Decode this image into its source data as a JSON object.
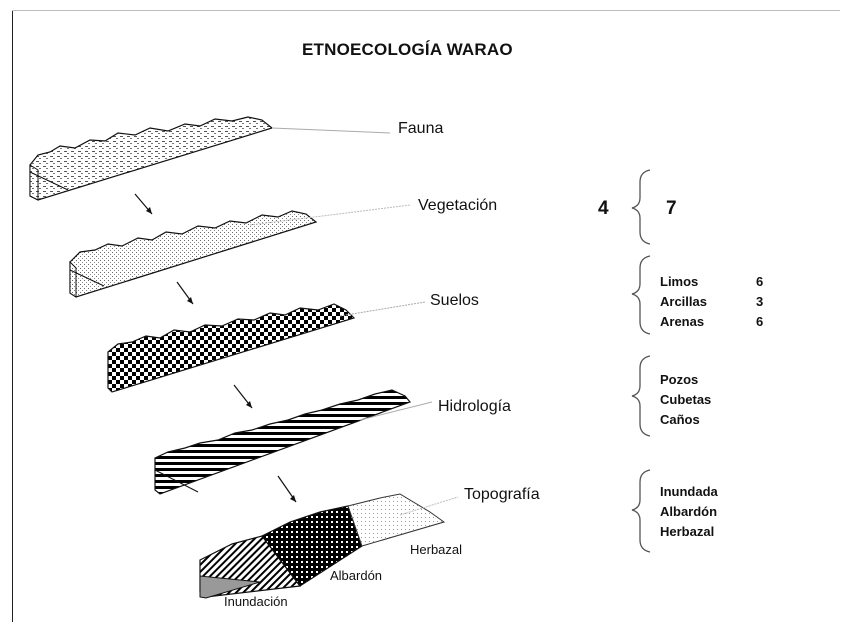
{
  "title": "ETNOECOLOGÍA WARAO",
  "layers": [
    {
      "label": "Fauna"
    },
    {
      "label": "Vegetación"
    },
    {
      "label": "Suelos"
    },
    {
      "label": "Hidrología"
    },
    {
      "label": "Topografía"
    }
  ],
  "topography_zones": [
    "Herbazal",
    "Albardón",
    "Inundación"
  ],
  "vegetation_counts": {
    "left": "4",
    "right": "7"
  },
  "soils": [
    {
      "name": "Limos",
      "value": "6"
    },
    {
      "name": "Arcillas",
      "value": "3"
    },
    {
      "name": "Arenas",
      "value": "6"
    }
  ],
  "hydrology": [
    "Pozos",
    "Cubetas",
    "Caños"
  ],
  "topography_types": [
    "Inundada",
    "Albardón",
    "Herbazal"
  ]
}
